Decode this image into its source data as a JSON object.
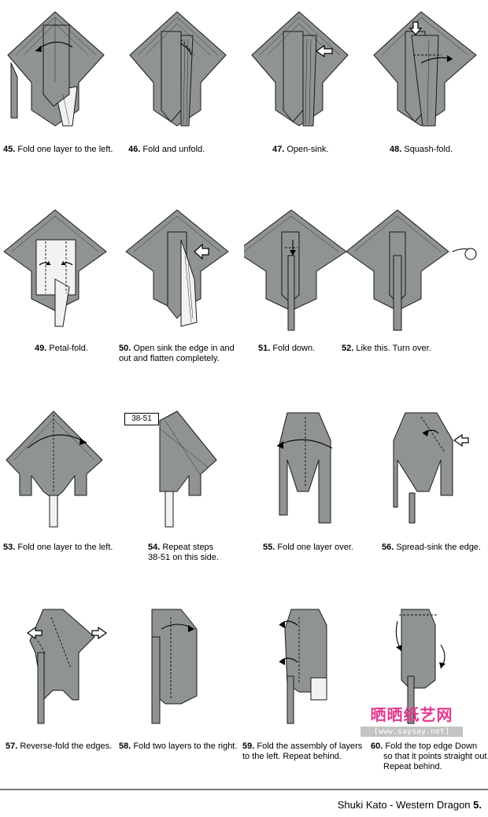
{
  "steps": [
    {
      "number": "45.",
      "text": "Fold one layer to the left."
    },
    {
      "number": "46.",
      "text": "Fold and unfold."
    },
    {
      "number": "47.",
      "text": "Open-sink."
    },
    {
      "number": "48.",
      "text": "Squash-fold."
    },
    {
      "number": "49.",
      "text": "Petal-fold."
    },
    {
      "number": "50.",
      "text": "Open sink the edge in and",
      "text2": "out and flatten completely."
    },
    {
      "number": "51.",
      "text": "Fold down."
    },
    {
      "number": "52.",
      "text": "Like this. Turn over."
    },
    {
      "number": "53.",
      "text": "Fold one layer to the left."
    },
    {
      "number": "54.",
      "text": "Repeat steps",
      "text2": "38-51 on this side."
    },
    {
      "number": "55.",
      "text": "Fold one layer over."
    },
    {
      "number": "56.",
      "text": "Spread-sink the edge."
    },
    {
      "number": "57.",
      "text": "Reverse-fold the edges."
    },
    {
      "number": "58.",
      "text": "Fold two layers to the right."
    },
    {
      "number": "59.",
      "text": "Fold the assembly of layers",
      "text2": "to the left. Repeat behind."
    },
    {
      "number": "60.",
      "text": "Fold the top edge Down",
      "text2": "so that it points straight out.",
      "text3": "Repeat behind."
    }
  ],
  "reference_label": "38-51",
  "watermark": {
    "chinese": "晒晒纸艺网",
    "url": "[www.saysay.net]"
  },
  "footer": {
    "author_title": "Shuki Kato - Western Dragon",
    "page": "5."
  }
}
